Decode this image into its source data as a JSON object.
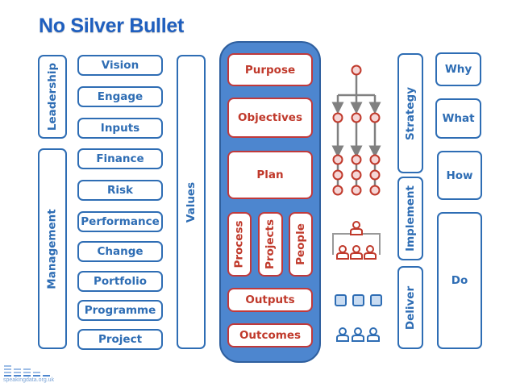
{
  "title": "No Silver Bullet",
  "left_groups": [
    {
      "label": "Leadership"
    },
    {
      "label": "Management"
    }
  ],
  "left_items": [
    "Vision",
    "Engage",
    "Inputs",
    "Finance",
    "Risk",
    "Performance",
    "Change",
    "Portfolio",
    "Programme",
    "Project"
  ],
  "values_label": "Values",
  "spine_items": {
    "purpose": "Purpose",
    "objectives": "Objectives",
    "plan": "Plan",
    "process": "Process",
    "projects": "Projects",
    "people": "People",
    "outputs": "Outputs",
    "outcomes": "Outcomes"
  },
  "icons": {
    "hierarchy": "tree-hierarchy-icon",
    "org_chart": "org-chart-people-icon",
    "outputs": "squares-icon",
    "outcomes": "people-icon"
  },
  "right_groups": [
    "Strategy",
    "Implement",
    "Deliver"
  ],
  "right_questions": [
    "Why",
    "What",
    "How",
    "Do"
  ],
  "footer": {
    "logo_text": "speakingdata.org.uk"
  },
  "colors": {
    "blue": "#2e6db4",
    "red": "#c0392b",
    "spine": "#4d86cf",
    "title": "#1f5fbf"
  }
}
